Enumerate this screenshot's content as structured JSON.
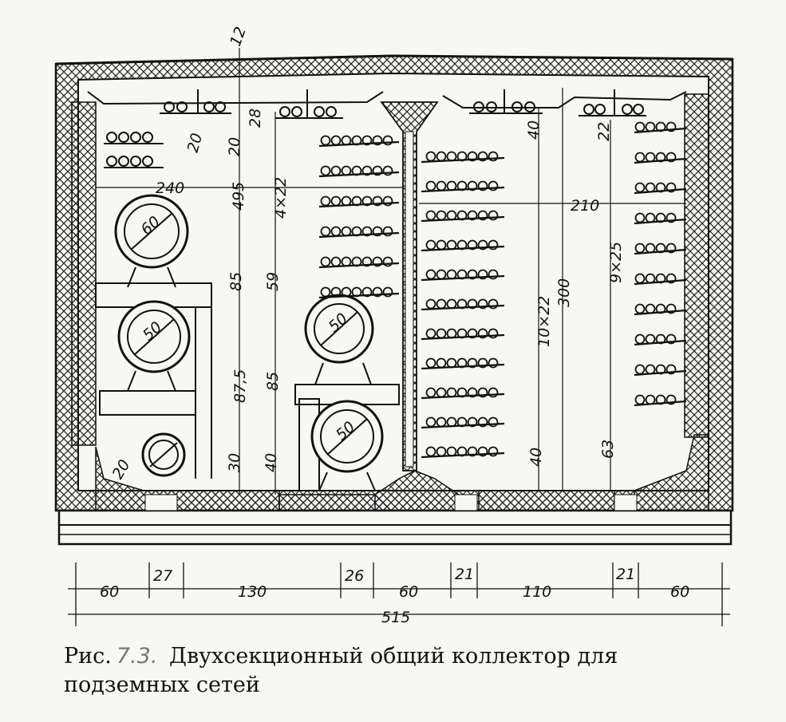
{
  "caption": {
    "prefix": "Рис.",
    "figure_number": "7.3.",
    "text_line1": "Двухсекционный общий коллектор для",
    "text_line2": "подземных сетей"
  },
  "pipes": [
    "60",
    "50",
    "50",
    "50",
    "20"
  ],
  "dims": {
    "d12": "12",
    "d28": "28",
    "d20a": "20",
    "d20b": "20",
    "d240": "240",
    "d495": "495",
    "d4x22": "4×22",
    "d85a": "85",
    "d59": "59",
    "d875": "87,5",
    "d85b": "85",
    "d30": "30",
    "d40a": "40",
    "d40b": "40",
    "d22": "22",
    "d210": "210",
    "d10x22": "10×22",
    "d300": "300",
    "d9x25": "9×25",
    "d40c": "40",
    "d63": "63"
  },
  "bottom_dims": {
    "d60a": "60",
    "d27": "27",
    "d130": "130",
    "d26": "26",
    "d60b": "60",
    "d21a": "21",
    "d110": "110",
    "d21b": "21",
    "d60c": "60",
    "d515": "515"
  }
}
